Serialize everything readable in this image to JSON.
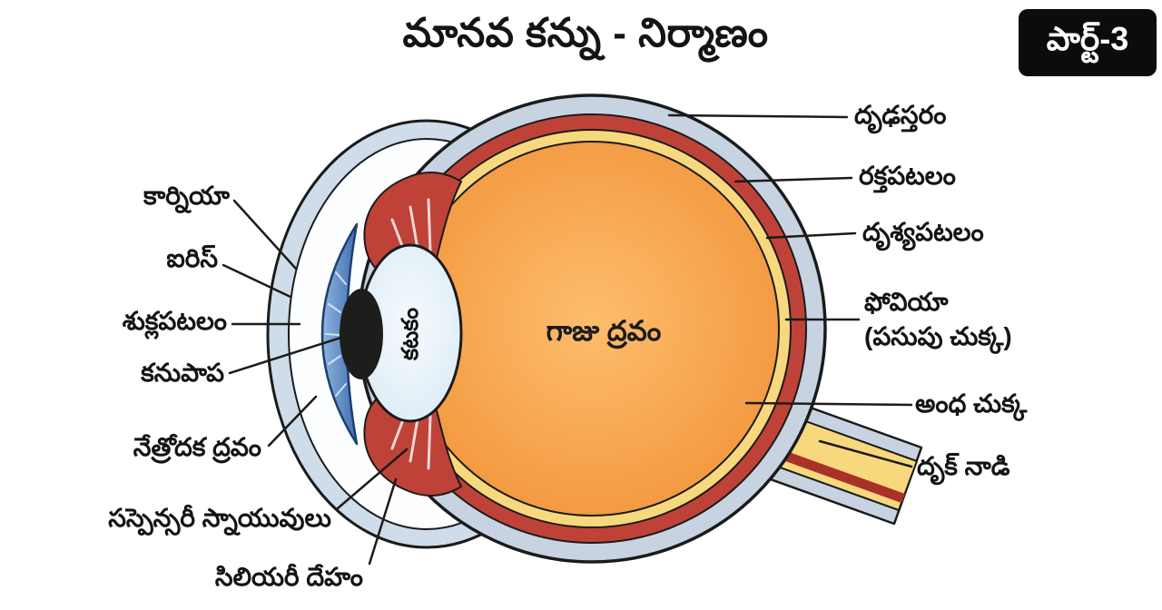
{
  "title": "మానవ కన్ను - నిర్మాణం",
  "badge": "పార్ట్-3",
  "diagram": {
    "center_label": "గాజు ద్రవం",
    "lens_label": "కటకం",
    "left_labels": [
      {
        "id": "cornea",
        "text": "కార్నియా"
      },
      {
        "id": "iris",
        "text": "ఐరిస్"
      },
      {
        "id": "sclera",
        "text": "శుక్లపటలం"
      },
      {
        "id": "pupil",
        "text": "కనుపాప"
      },
      {
        "id": "aqueous",
        "text": "నేత్రోదక ద్రవం"
      },
      {
        "id": "suspensory",
        "text": "సస్పెన్సరీ స్నాయువులు"
      },
      {
        "id": "ciliary",
        "text": "సిలియరీ దేహం"
      }
    ],
    "right_labels": [
      {
        "id": "tough-layer",
        "text": "దృఢస్తరం"
      },
      {
        "id": "choroid",
        "text": "రక్తపటలం"
      },
      {
        "id": "retina",
        "text": "దృశ్యపటలం"
      },
      {
        "id": "fovea",
        "text": "ఫోవియా",
        "text2": "(పసుపు చుక్క)"
      },
      {
        "id": "blind-spot",
        "text": "అంధ చుక్క"
      },
      {
        "id": "optic-nerve",
        "text": "దృక్ నాడి"
      }
    ]
  },
  "colors": {
    "background": "#ffffff",
    "outline": "#1b1b1b",
    "sclera_ring": "#c8d3e1",
    "cornea_band": "#cfdce9",
    "anterior_white": "#fcfeff",
    "choroid_red": "#bf4238",
    "retina_yellow": "#f8d87d",
    "vitreous_orange": "#f5a04a",
    "iris_blue": "#4a79b8",
    "pupil_black": "#1d1d1b",
    "lens_fill": "#ebf3fa",
    "nerve_stripe_red": "#a83228",
    "badge_bg": "#0c0c0c",
    "badge_text": "#ffffff"
  }
}
